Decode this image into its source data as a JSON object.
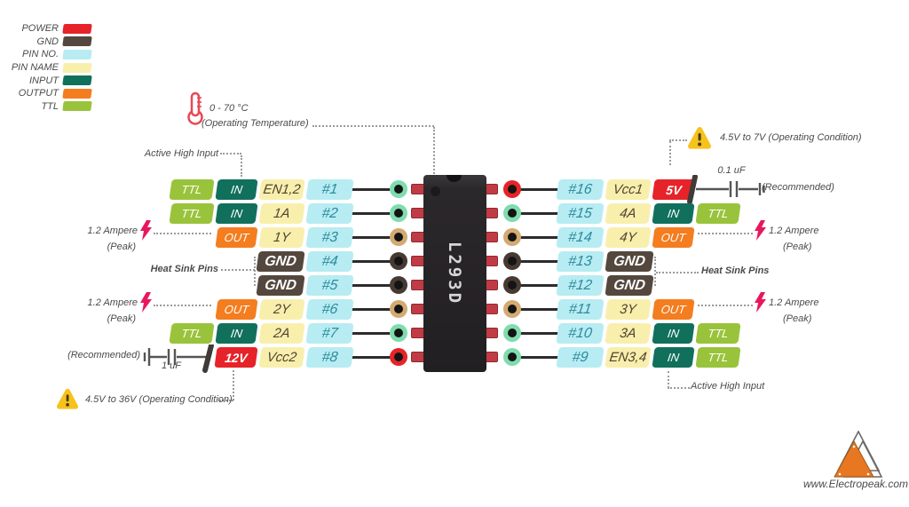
{
  "colors": {
    "power": "#e62329",
    "gnd": "#54483e",
    "pin_no": "#b7ecf3",
    "pin_name": "#f9efad",
    "input": "#11705c",
    "output": "#f47d1f",
    "ttl": "#9ac33c",
    "ring_green": "#7fdcae",
    "ring_tan": "#d4aa72",
    "ring_dark": "#463a32",
    "ring_red": "#e62329",
    "wire": "#2b2b2b",
    "annotation_text": "#4a4a4a",
    "lightning_pink": "#e8175d",
    "warning_yellow": "#f6c21c",
    "thermometer_red": "#e84855",
    "chip_body": "#262326",
    "chip_pin_red": "#c13b44",
    "logo_orange": "#e87722"
  },
  "legend": {
    "items": [
      {
        "label": "POWER",
        "type": "power"
      },
      {
        "label": "GND",
        "type": "gnd"
      },
      {
        "label": "PIN NO.",
        "type": "pin_no"
      },
      {
        "label": "PIN NAME",
        "type": "pin_name"
      },
      {
        "label": "INPUT",
        "type": "input"
      },
      {
        "label": "OUTPUT",
        "type": "output"
      },
      {
        "label": "TTL",
        "type": "ttl"
      }
    ]
  },
  "chip": {
    "label": "L293D"
  },
  "pins": {
    "left": [
      {
        "ring": "green",
        "cells": [
          {
            "text": "TTL",
            "type": "ttl"
          },
          {
            "text": "IN",
            "type": "input"
          },
          {
            "text": "EN1,2",
            "type": "pin_name"
          },
          {
            "text": "#1",
            "type": "pin_no"
          }
        ]
      },
      {
        "ring": "green",
        "cells": [
          {
            "text": "TTL",
            "type": "ttl"
          },
          {
            "text": "IN",
            "type": "input"
          },
          {
            "text": "1A",
            "type": "pin_name"
          },
          {
            "text": "#2",
            "type": "pin_no"
          }
        ]
      },
      {
        "ring": "tan",
        "cells": [
          {
            "text": "OUT",
            "type": "output"
          },
          {
            "text": "1Y",
            "type": "pin_name"
          },
          {
            "text": "#3",
            "type": "pin_no"
          }
        ]
      },
      {
        "ring": "dark",
        "cells": [
          {
            "text": "GND",
            "type": "gnd"
          },
          {
            "text": "#4",
            "type": "pin_no"
          }
        ]
      },
      {
        "ring": "dark",
        "cells": [
          {
            "text": "GND",
            "type": "gnd"
          },
          {
            "text": "#5",
            "type": "pin_no"
          }
        ]
      },
      {
        "ring": "tan",
        "cells": [
          {
            "text": "OUT",
            "type": "output"
          },
          {
            "text": "2Y",
            "type": "pin_name"
          },
          {
            "text": "#6",
            "type": "pin_no"
          }
        ]
      },
      {
        "ring": "green",
        "cells": [
          {
            "text": "TTL",
            "type": "ttl"
          },
          {
            "text": "IN",
            "type": "input"
          },
          {
            "text": "2A",
            "type": "pin_name"
          },
          {
            "text": "#7",
            "type": "pin_no"
          }
        ]
      },
      {
        "ring": "red",
        "cells": [
          {
            "text": "12V",
            "type": "power"
          },
          {
            "text": "Vcc2",
            "type": "pin_name"
          },
          {
            "text": "#8",
            "type": "pin_no"
          }
        ]
      }
    ],
    "right": [
      {
        "ring": "red",
        "cells": [
          {
            "text": "#16",
            "type": "pin_no"
          },
          {
            "text": "Vcc1",
            "type": "pin_name"
          },
          {
            "text": "5V",
            "type": "power"
          }
        ]
      },
      {
        "ring": "green",
        "cells": [
          {
            "text": "#15",
            "type": "pin_no"
          },
          {
            "text": "4A",
            "type": "pin_name"
          },
          {
            "text": "IN",
            "type": "input"
          },
          {
            "text": "TTL",
            "type": "ttl"
          }
        ]
      },
      {
        "ring": "tan",
        "cells": [
          {
            "text": "#14",
            "type": "pin_no"
          },
          {
            "text": "4Y",
            "type": "pin_name"
          },
          {
            "text": "OUT",
            "type": "output"
          }
        ]
      },
      {
        "ring": "dark",
        "cells": [
          {
            "text": "#13",
            "type": "pin_no"
          },
          {
            "text": "GND",
            "type": "gnd"
          }
        ]
      },
      {
        "ring": "dark",
        "cells": [
          {
            "text": "#12",
            "type": "pin_no"
          },
          {
            "text": "GND",
            "type": "gnd"
          }
        ]
      },
      {
        "ring": "tan",
        "cells": [
          {
            "text": "#11",
            "type": "pin_no"
          },
          {
            "text": "3Y",
            "type": "pin_name"
          },
          {
            "text": "OUT",
            "type": "output"
          }
        ]
      },
      {
        "ring": "green",
        "cells": [
          {
            "text": "#10",
            "type": "pin_no"
          },
          {
            "text": "3A",
            "type": "pin_name"
          },
          {
            "text": "IN",
            "type": "input"
          },
          {
            "text": "TTL",
            "type": "ttl"
          }
        ]
      },
      {
        "ring": "green",
        "cells": [
          {
            "text": "#9",
            "type": "pin_no"
          },
          {
            "text": "EN3,4",
            "type": "pin_name"
          },
          {
            "text": "IN",
            "type": "input"
          },
          {
            "text": "TTL",
            "type": "ttl"
          }
        ]
      }
    ]
  },
  "annotations": {
    "active_high_input": "Active High Input",
    "operating_temp_value": "0 - 70 °C",
    "operating_temp_label": "(Operating Temperature)",
    "operating_condition_7v": "4.5V to 7V (Operating Condition)",
    "operating_condition_36v": "4.5V to 36V (Operating Condition)",
    "cap_right_value": "0.1 uF",
    "cap_left_value": "1 uF",
    "recommended": "(Recommended)",
    "amp_peak_value": "1.2 Ampere",
    "amp_peak_label": "(Peak)",
    "heat_sink_pins": "Heat Sink Pins"
  },
  "footer": {
    "website": "www.Electropeak.com"
  }
}
